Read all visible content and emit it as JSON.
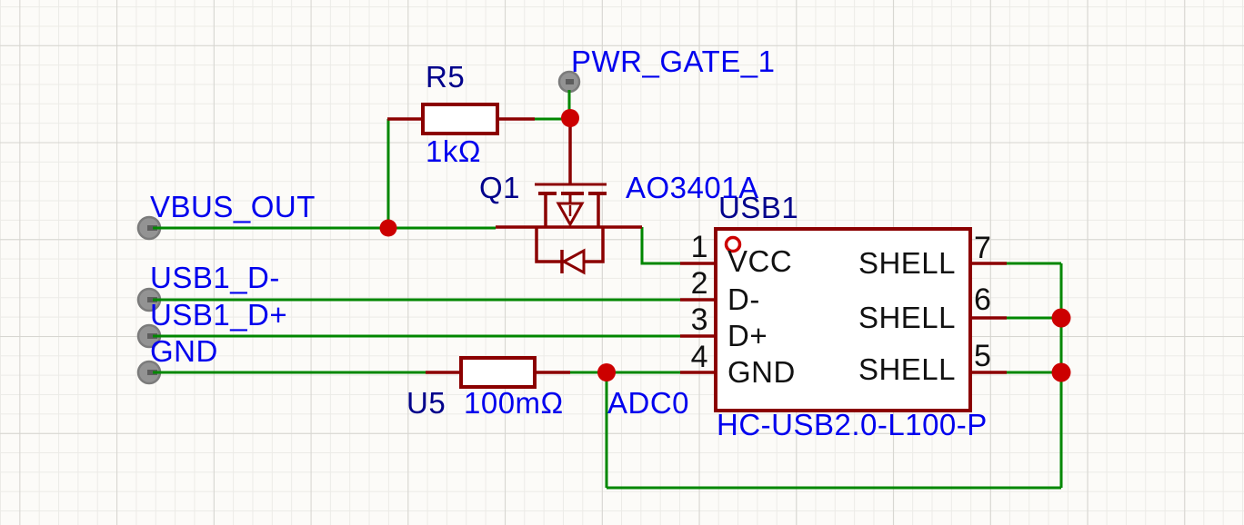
{
  "schematic": {
    "nets": {
      "pwr_gate_1": "PWR_GATE_1",
      "vbus_out": "VBUS_OUT",
      "usb1_dm": "USB1_D-",
      "usb1_dp": "USB1_D+",
      "gnd": "GND",
      "adc0": "ADC0"
    },
    "components": {
      "r5": {
        "ref": "R5",
        "value": "1kΩ"
      },
      "q1": {
        "ref": "Q1",
        "value": "AO3401A"
      },
      "u5": {
        "ref": "U5",
        "value": "100mΩ"
      },
      "usb1": {
        "ref": "USB1",
        "value": "HC-USB2.0-L100-P",
        "left_pins": [
          {
            "number": "1",
            "name": "VCC"
          },
          {
            "number": "2",
            "name": "D-"
          },
          {
            "number": "3",
            "name": "D+"
          },
          {
            "number": "4",
            "name": "GND"
          }
        ],
        "right_pins": [
          {
            "number": "7",
            "name": "SHELL"
          },
          {
            "number": "6",
            "name": "SHELL"
          },
          {
            "number": "5",
            "name": "SHELL"
          }
        ]
      }
    },
    "colors": {
      "wire": "#008700",
      "component_outline": "#8B0000",
      "junction_dot": "#CC0000",
      "pin1_indicator": "#CC0000",
      "net_label": "#0000EE",
      "component_value": "#0000EE",
      "component_ref": "#00008B",
      "pin_text": "#111111",
      "port_fill": "#939393",
      "background": "#FCFBF8",
      "grid_minor": "#ECEBE7",
      "grid_major": "#D6D5D0"
    }
  }
}
